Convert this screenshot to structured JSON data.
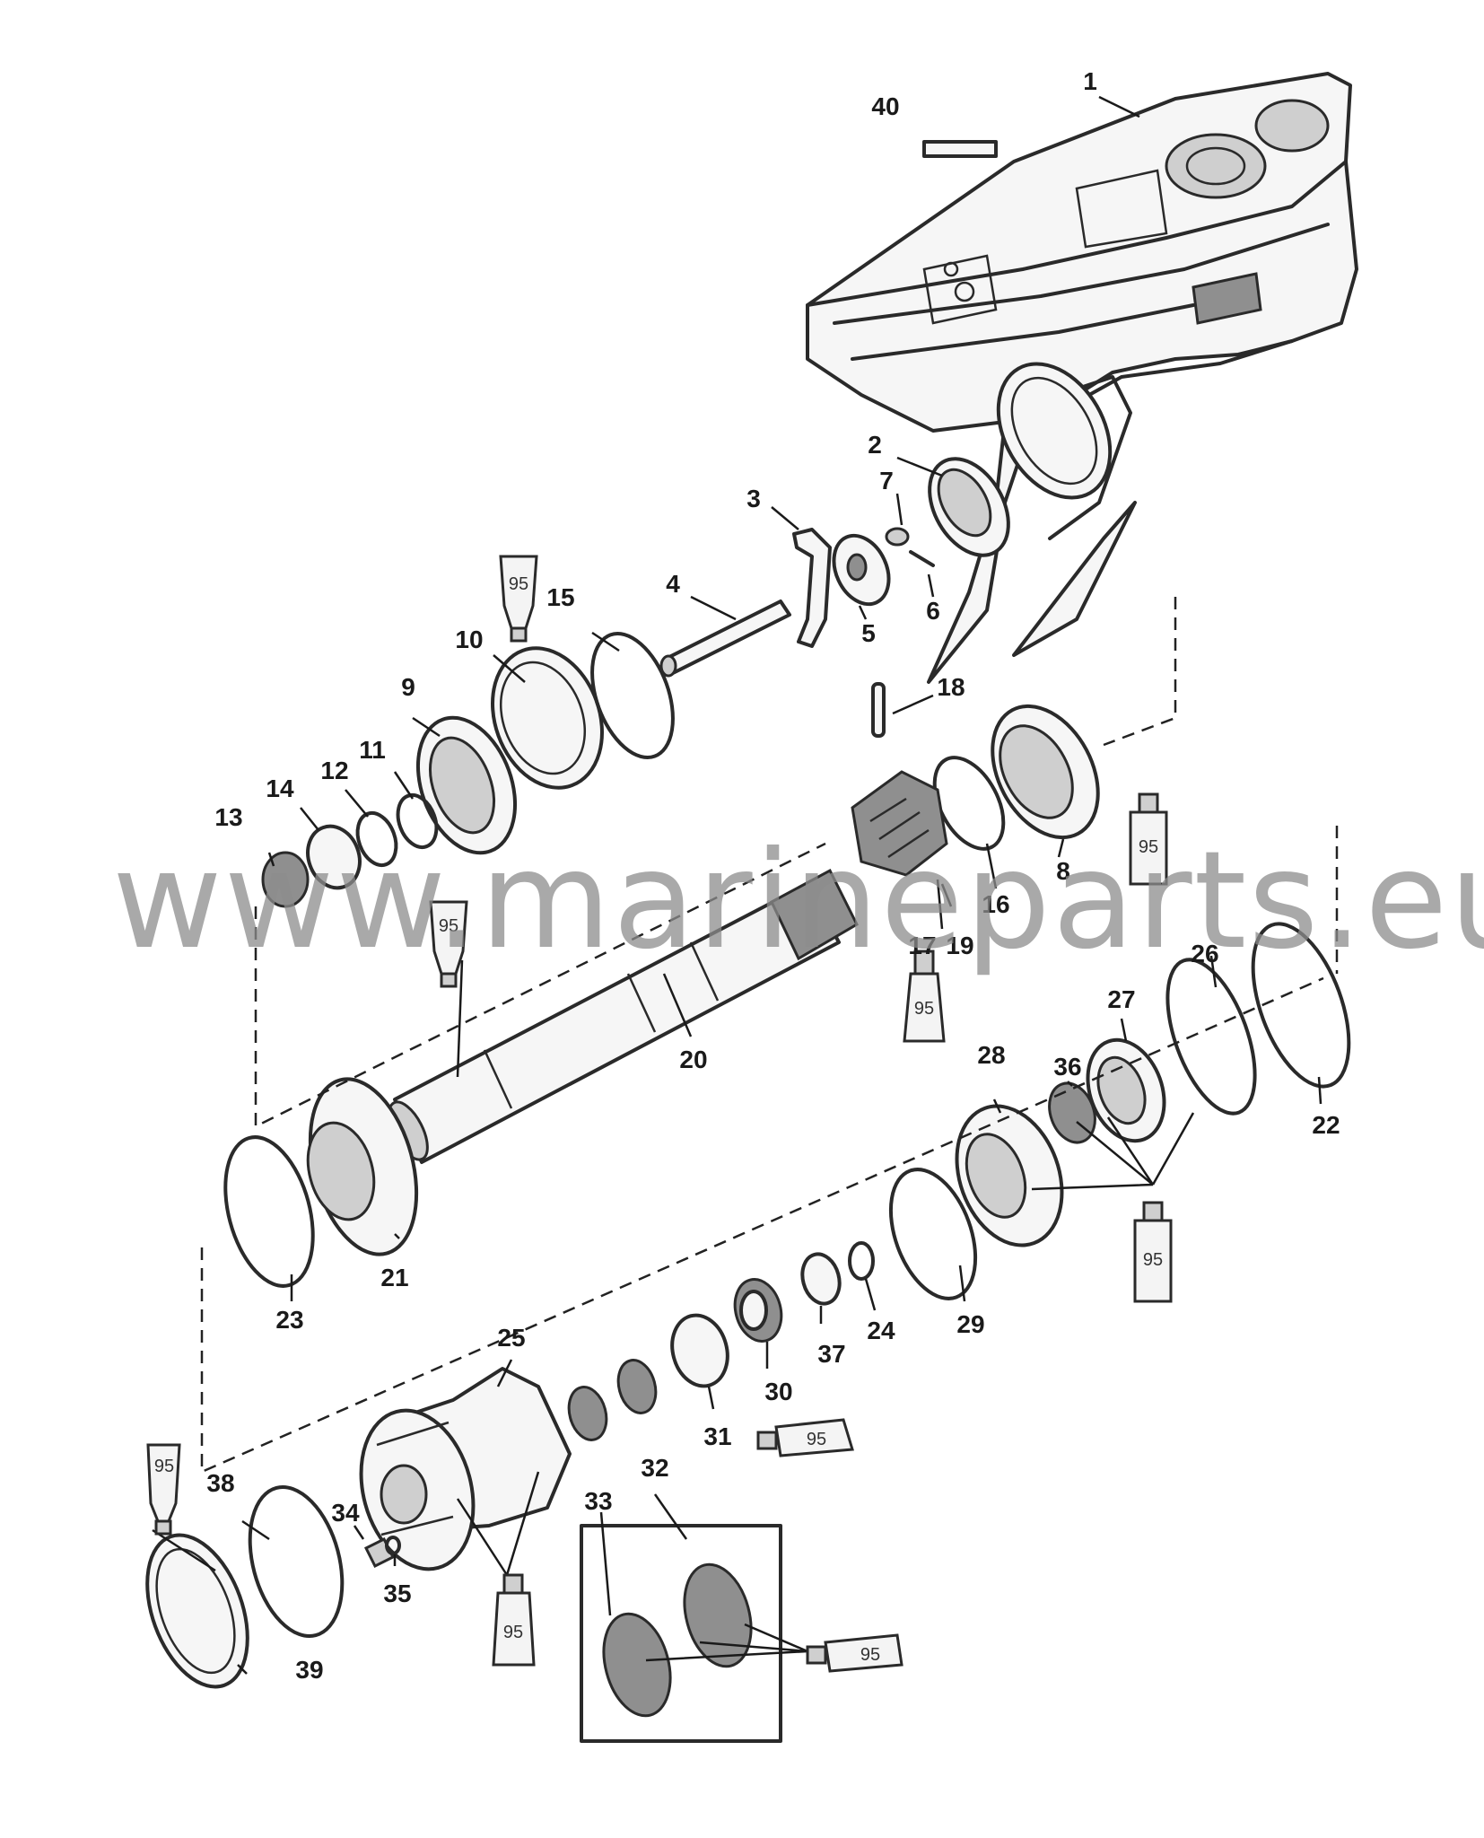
{
  "watermark": "www.marineparts.eu",
  "sealant_label": "95",
  "callouts": {
    "c1": "1",
    "c2": "2",
    "c3": "3",
    "c4": "4",
    "c5": "5",
    "c6": "6",
    "c7": "7",
    "c8": "8",
    "c9": "9",
    "c10": "10",
    "c11": "11",
    "c12": "12",
    "c13": "13",
    "c14": "14",
    "c15": "15",
    "c16": "16",
    "c17": "17",
    "c18": "18",
    "c19": "19",
    "c20": "20",
    "c21": "21",
    "c22": "22",
    "c23": "23",
    "c24": "24",
    "c25": "25",
    "c26": "26",
    "c27": "27",
    "c28": "28",
    "c29": "29",
    "c30": "30",
    "c31": "31",
    "c32": "32",
    "c33": "33",
    "c34": "34",
    "c35": "35",
    "c36": "36",
    "c37": "37",
    "c38": "38",
    "c39": "39",
    "c40": "40"
  }
}
